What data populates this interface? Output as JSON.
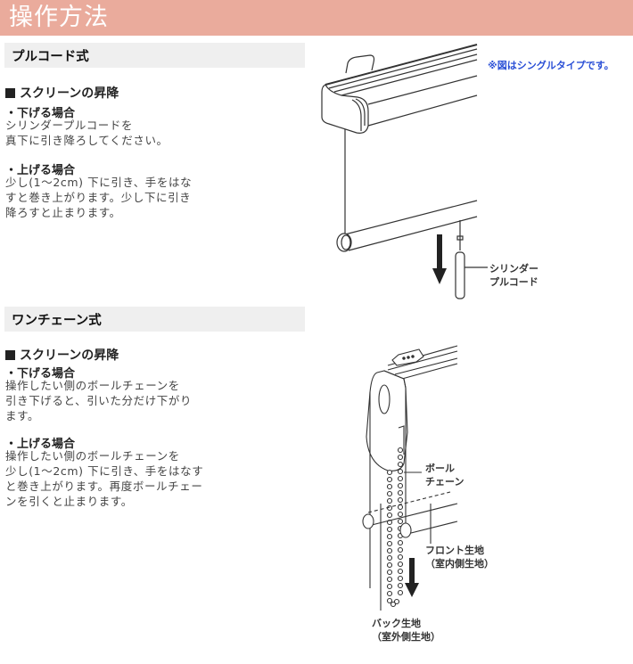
{
  "header": {
    "title": "操作方法",
    "bg_color": "#eaab9c"
  },
  "pull_cord": {
    "section_title": "プルコード式",
    "subheading": "スクリーンの昇降",
    "lower": {
      "label": "・下げる場合",
      "text": "シリンダープルコードを\n真下に引き降ろしてください。"
    },
    "raise": {
      "label": "・上げる場合",
      "text": "少し(1〜2cm) 下に引き、手をはな\nすと巻き上がります。少し下に引き\n降ろすと止まります。"
    },
    "diagram": {
      "note": "※図はシングルタイプです。",
      "callout": "シリンダー\nプルコード",
      "arrow_icon": "down-arrow-icon"
    }
  },
  "one_chain": {
    "section_title": "ワンチェーン式",
    "subheading": "スクリーンの昇降",
    "lower": {
      "label": "・下げる場合",
      "text": "操作したい側のボールチェーンを\n引き下げると、引いた分だけ下がり\nます。"
    },
    "raise": {
      "label": "・上げる場合",
      "text": "操作したい側のボールチェーンを\n少し(1〜2cm) 下に引き、手をはなす\nと巻き上がります。再度ボールチェー\nンを引くと止まります。"
    },
    "diagram": {
      "callout_chain": "ボール\nチェーン",
      "callout_front": "フロント生地\n（室内側生地）",
      "callout_back": "バック生地\n（室外側生地）",
      "arrow_icon": "down-arrow-icon"
    }
  },
  "colors": {
    "note_blue": "#2a4fd6",
    "section_bar": "#efefef"
  }
}
